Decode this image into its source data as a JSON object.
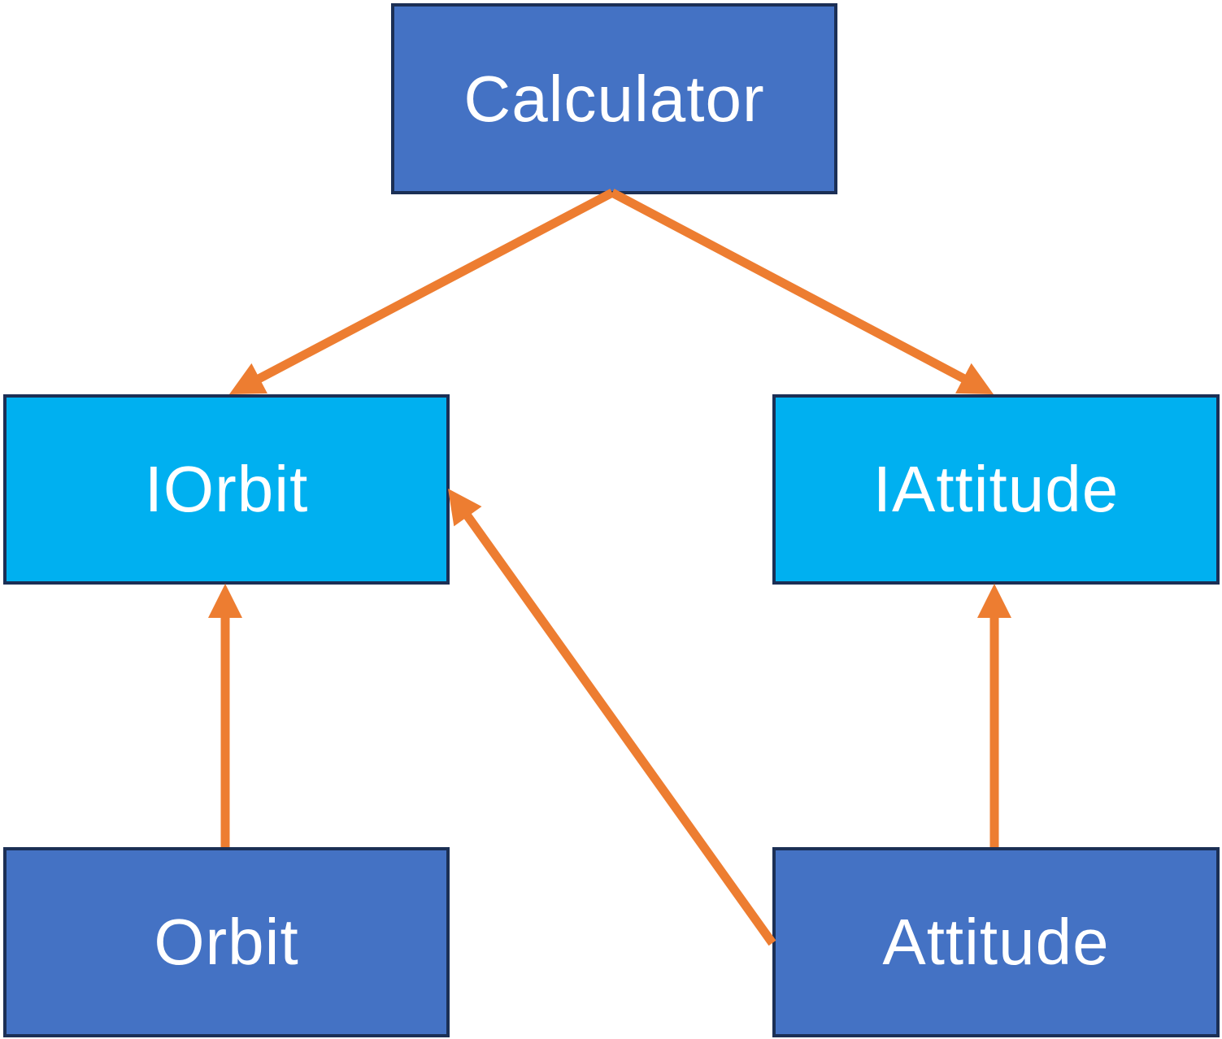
{
  "colors": {
    "class_fill": "#4472c4",
    "interface_fill": "#00b0f0",
    "border": "#1b2f55",
    "arrow": "#ed7d31",
    "label": "#ffffff"
  },
  "nodes": {
    "calculator": {
      "label": "Calculator",
      "kind": "class"
    },
    "iorbit": {
      "label": "IOrbit",
      "kind": "interface"
    },
    "iattitude": {
      "label": "IAttitude",
      "kind": "interface"
    },
    "orbit": {
      "label": "Orbit",
      "kind": "class"
    },
    "attitude": {
      "label": "Attitude",
      "kind": "class"
    }
  },
  "edges": [
    {
      "from": "calculator",
      "to": "iorbit"
    },
    {
      "from": "calculator",
      "to": "iattitude"
    },
    {
      "from": "orbit",
      "to": "iorbit"
    },
    {
      "from": "attitude",
      "to": "iorbit"
    },
    {
      "from": "attitude",
      "to": "iattitude"
    }
  ]
}
